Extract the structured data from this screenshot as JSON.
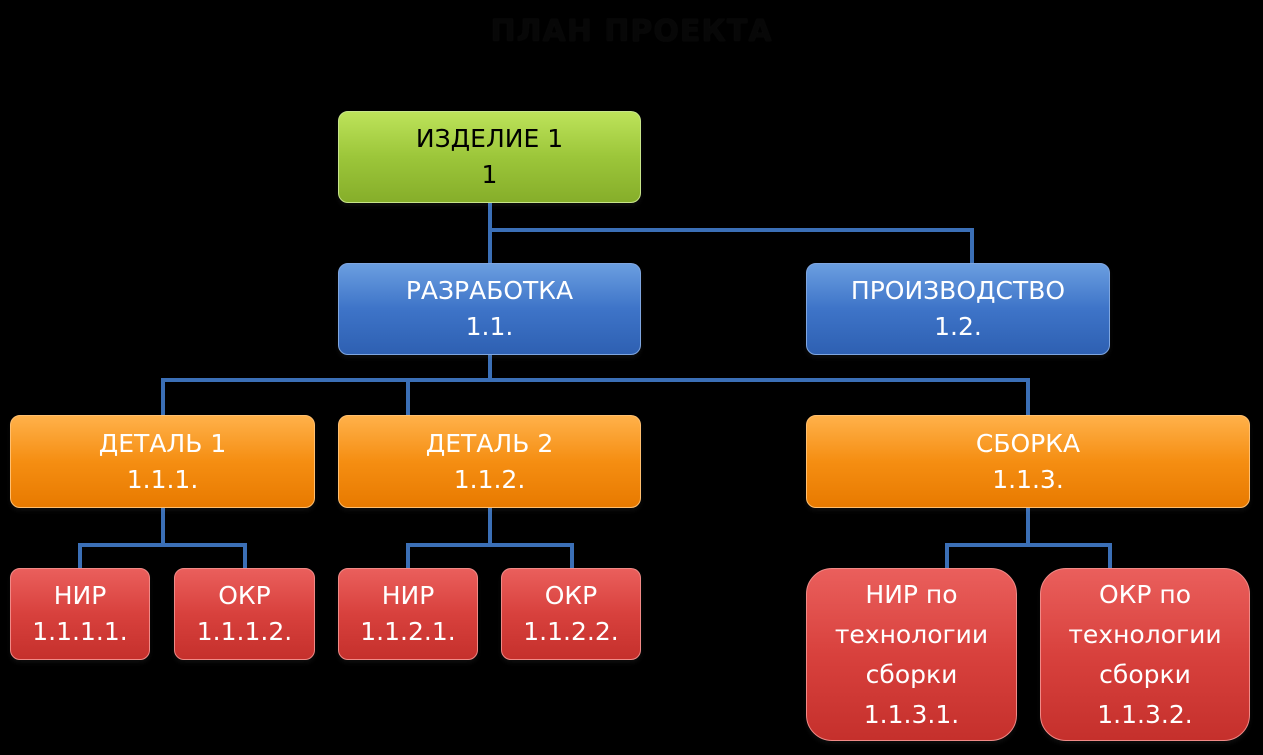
{
  "title": "ПЛАН ПРОЕКТА",
  "nodes": {
    "root": {
      "name": "ИЗДЕЛИЕ 1",
      "code": "1"
    },
    "dev": {
      "name": "РАЗРАБОТКА",
      "code": "1.1."
    },
    "prod": {
      "name": "ПРОИЗВОДСТВО",
      "code": "1.2."
    },
    "det1": {
      "name": "ДЕТАЛЬ 1",
      "code": "1.1.1."
    },
    "det2": {
      "name": "ДЕТАЛЬ 2",
      "code": "1.1.2."
    },
    "asm": {
      "name": "СБОРКА",
      "code": "1.1.3."
    },
    "nir1": {
      "name": "НИР",
      "code": "1.1.1.1."
    },
    "okr1": {
      "name": "ОКР",
      "code": "1.1.1.2."
    },
    "nir2": {
      "name": "НИР",
      "code": "1.1.2.1."
    },
    "okr2": {
      "name": "ОКР",
      "code": "1.1.2.2."
    },
    "nir3": {
      "line1": "НИР по",
      "line2": "технологии",
      "line3": "сборки",
      "code": "1.1.3.1."
    },
    "okr3": {
      "line1": "ОКР по",
      "line2": "технологии",
      "line3": "сборки",
      "code": "1.1.3.2."
    }
  },
  "colors": {
    "level0": "#9cc63a",
    "level1": "#3e74c8",
    "level2": "#f58e12",
    "level3": "#d8413d",
    "connector": "#3b6fb6"
  }
}
